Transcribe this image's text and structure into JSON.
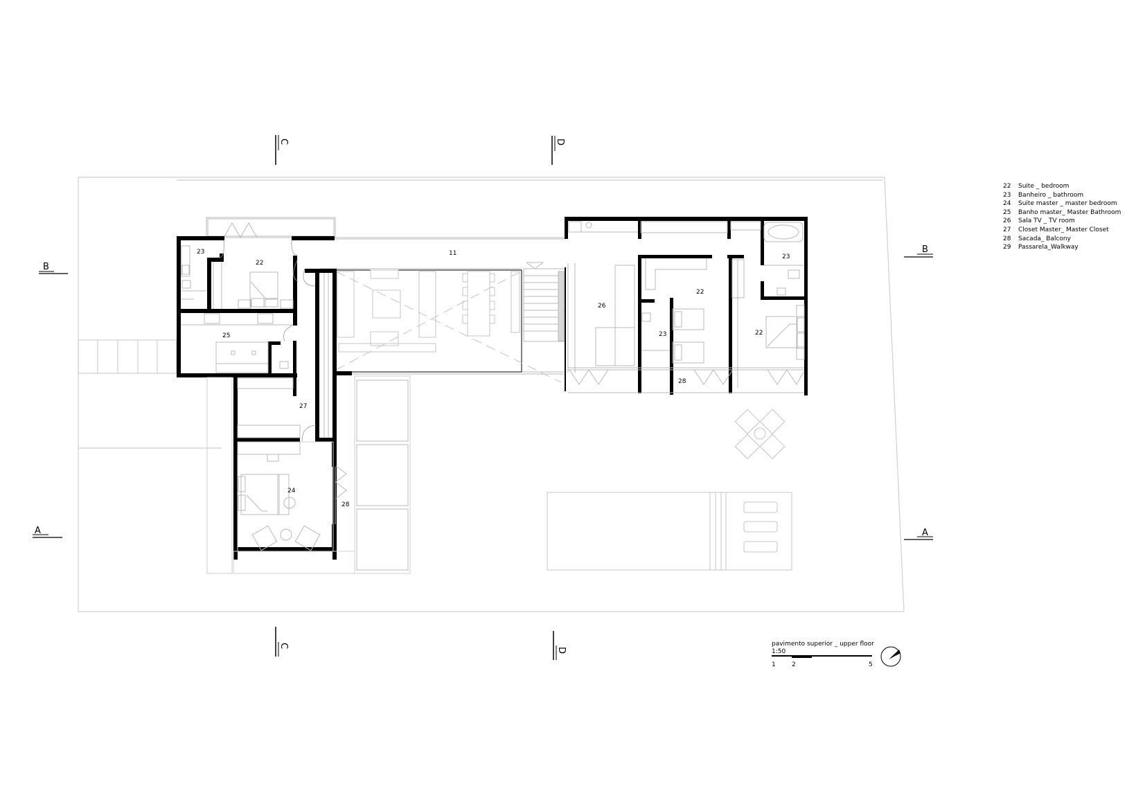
{
  "drawing": {
    "title": "pavimento superior _ upper floor",
    "scale": "1:50",
    "scale_bar_ticks": [
      "1",
      "2",
      "5"
    ]
  },
  "legend": {
    "items": [
      {
        "num": "22",
        "label": "Suite _ bedroom"
      },
      {
        "num": "23",
        "label": "Banheiro _ bathroom"
      },
      {
        "num": "24",
        "label": "Suite master _ master bedroom"
      },
      {
        "num": "25",
        "label": "Banho master_ Master Bathroom"
      },
      {
        "num": "26",
        "label": "Sala TV _ TV room"
      },
      {
        "num": "27",
        "label": "Closet Master_ Master Closet"
      },
      {
        "num": "28",
        "label": "Sacada_ Balcony"
      },
      {
        "num": "29",
        "label": "Passarela_Walkway"
      }
    ]
  },
  "section_marks": {
    "A": "A",
    "B": "B",
    "C": "C",
    "D": "D"
  },
  "room_labels": {
    "walkway_top": "11",
    "left_bath": "23",
    "left_bedroom": "22",
    "master_bath": "25",
    "master_closet": "27",
    "master_bedroom": "24",
    "master_balcony": "28",
    "tv_room": "26",
    "mid_bath": "23",
    "mid_bedroom": "22",
    "right_bath": "23",
    "right_bedroom": "22",
    "right_balcony": "28"
  },
  "colors": {
    "wall": "#000000",
    "furniture": "#b8b8b8",
    "site": "#cfcfcf",
    "background": "#ffffff"
  }
}
